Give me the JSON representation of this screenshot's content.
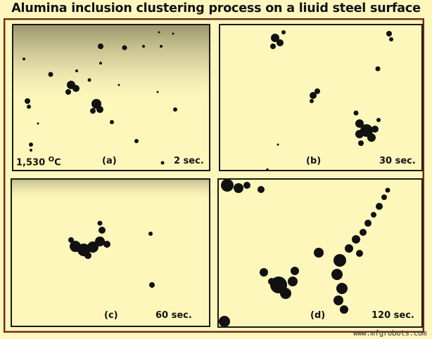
{
  "figure": {
    "title": "Alumina inclusion clustering process on a liuid steel surface",
    "temperature": "1,530",
    "temperature_unit_sup": "O",
    "temperature_unit": "C",
    "panels": [
      {
        "id": "a",
        "label": "(a)",
        "time": "2 sec."
      },
      {
        "id": "b",
        "label": "(b)",
        "time": "30 sec."
      },
      {
        "id": "c",
        "label": "(c)",
        "time": "60 sec."
      },
      {
        "id": "d",
        "label": "(d)",
        "time": "120 sec."
      }
    ],
    "watermark": "www.mfgrobots.com",
    "colors": {
      "background": "#fdf6bd",
      "frame_border": "#6b2a16",
      "panel_border": "#1a1a1a",
      "inclusion": "#111111"
    }
  }
}
